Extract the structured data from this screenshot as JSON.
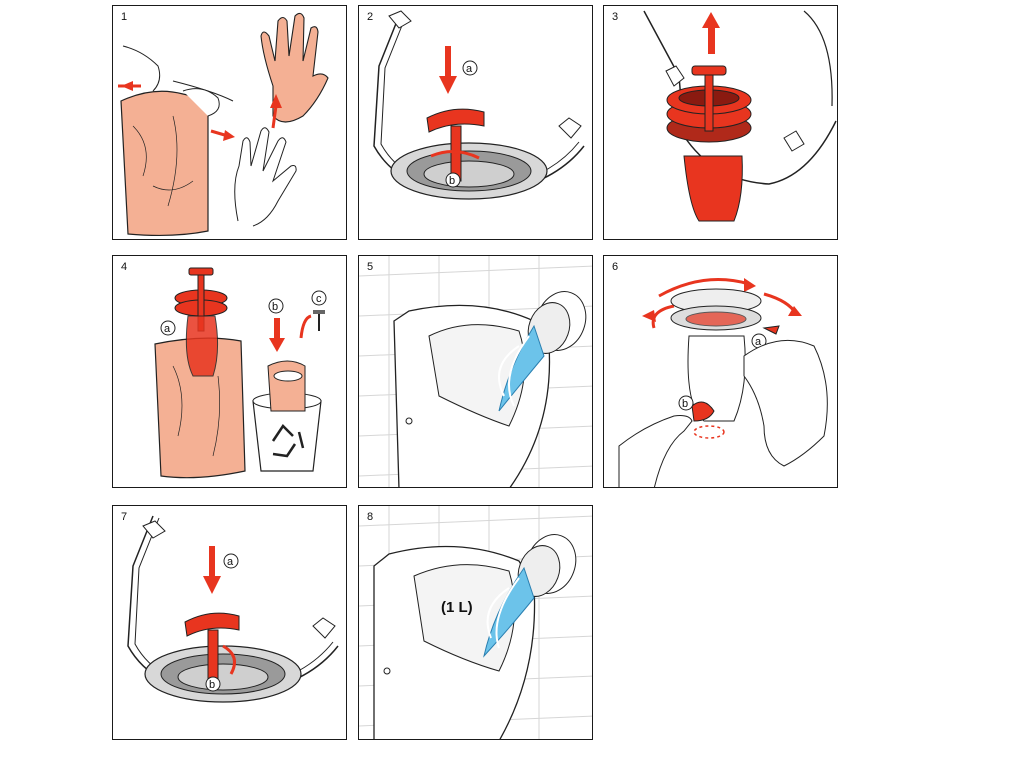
{
  "colors": {
    "red": "#e8351f",
    "skin": "#f4b094",
    "water": "#6cc3ea",
    "line": "#222222",
    "grey": "#8a8a8a"
  },
  "steps": [
    {
      "num": "1"
    },
    {
      "num": "2",
      "labels": [
        "a",
        "b"
      ]
    },
    {
      "num": "3"
    },
    {
      "num": "4",
      "labels": [
        "a",
        "b",
        "c"
      ]
    },
    {
      "num": "5"
    },
    {
      "num": "6",
      "labels": [
        "a",
        "b"
      ]
    },
    {
      "num": "7",
      "labels": [
        "a",
        "b"
      ]
    },
    {
      "num": "8",
      "volume": "(1 L)"
    }
  ]
}
